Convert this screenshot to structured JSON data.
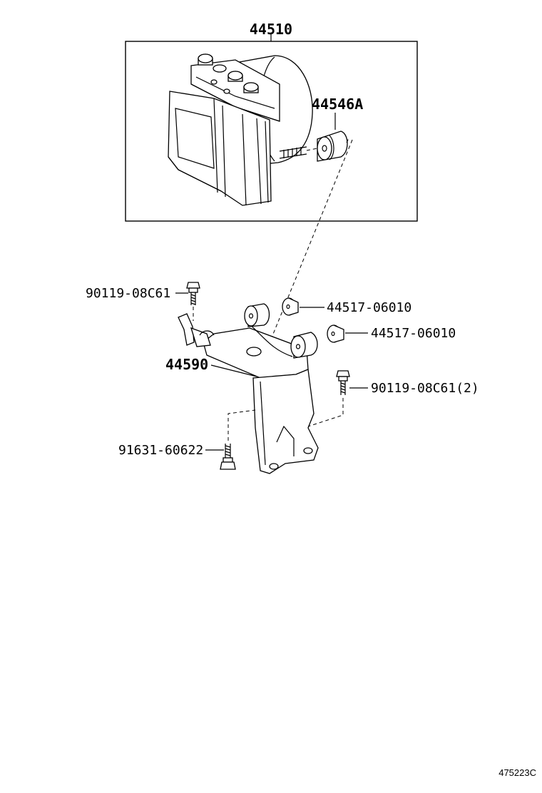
{
  "diagram": {
    "labels": {
      "actuator": "44510",
      "bushing": "44546A",
      "bolt_top_left": "90119-08C61",
      "cushion_upper": "44517-06010",
      "cushion_lower": "44517-06010",
      "bracket": "44590",
      "bolt_right": "90119-08C61(2)",
      "bolt_bottom": "91631-60622"
    },
    "reference_code": "475223C"
  }
}
